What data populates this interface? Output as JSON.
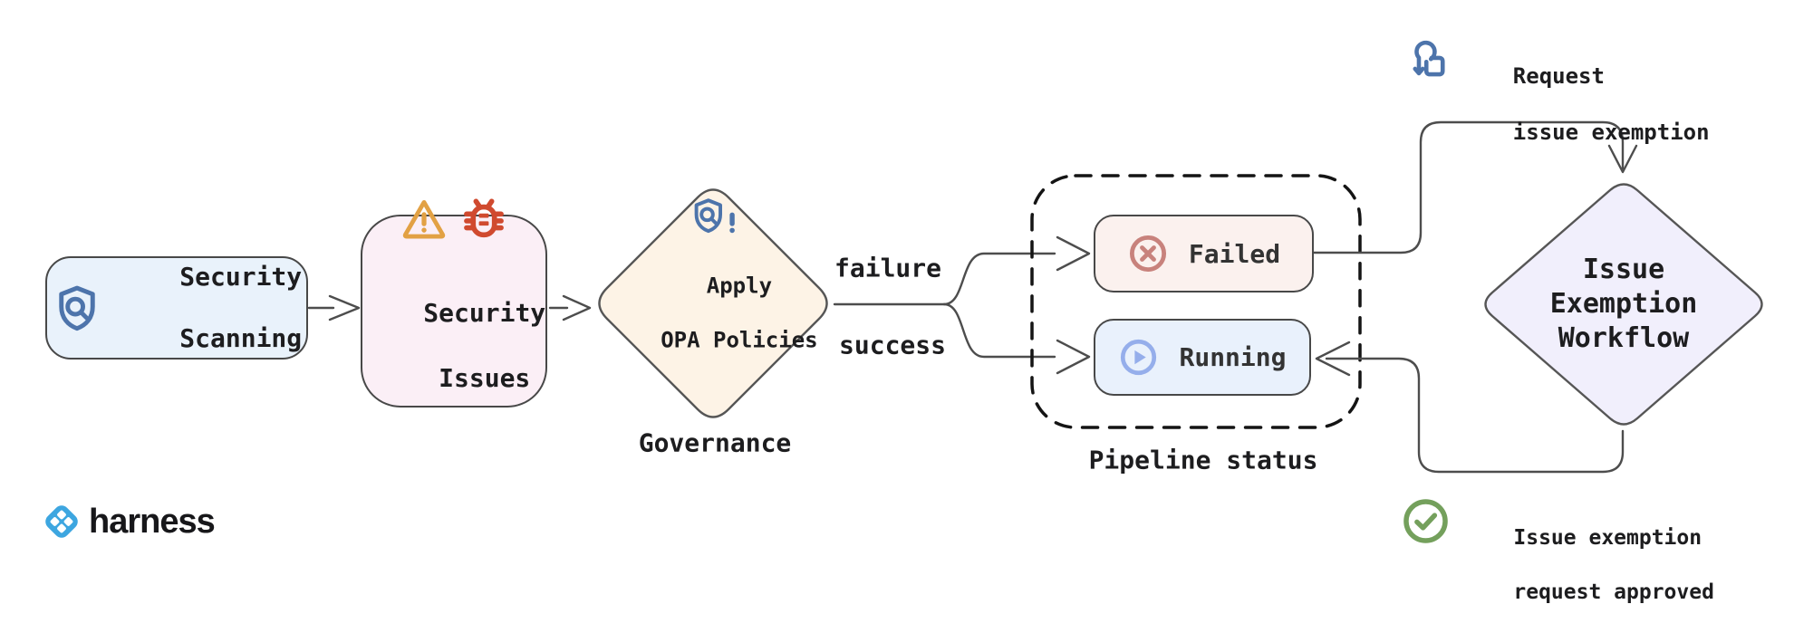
{
  "diagram": {
    "nodes": {
      "security_scanning": {
        "lines": [
          "Security",
          "Scanning"
        ],
        "fill": "#e9f2fb",
        "icon": "shield-search-icon",
        "icon_color": "#4d74ab"
      },
      "security_issues": {
        "lines": [
          "Security",
          "Issues"
        ],
        "fill": "#fbeff6",
        "icons": [
          "warning-triangle-icon",
          "bug-icon"
        ],
        "warning_color": "#e2a144",
        "bug_color": "#d04a2f"
      },
      "apply_opa_policies": {
        "lines": [
          "Apply",
          "OPA Policies"
        ],
        "caption": "Governance",
        "fill": "#fdf3e6",
        "icon": "shield-search-alert-icon",
        "icon_color": "#4d74ab"
      },
      "failed": {
        "label": "Failed",
        "fill": "#fbf1ee",
        "icon": "circle-x-icon",
        "icon_color": "#c8827c"
      },
      "running": {
        "label": "Running",
        "fill": "#e9f1fc",
        "icon": "circle-play-icon",
        "icon_color": "#95aeeb"
      },
      "issue_exemption_workflow": {
        "lines": [
          "Issue",
          "Exemption",
          "Workflow"
        ],
        "fill": "#f1effc"
      }
    },
    "group": {
      "pipeline_status_label": "Pipeline status"
    },
    "edge_labels": {
      "failure": "failure",
      "success": "success"
    },
    "annotations": {
      "request_exemption": {
        "lines": [
          "Request",
          "issue exemption"
        ],
        "icon": "tap-gesture-icon",
        "icon_color": "#4d74ab"
      },
      "approved": {
        "lines": [
          "Issue exemption",
          "request approved"
        ],
        "icon": "circle-check-icon",
        "icon_color": "#74a05c"
      }
    },
    "logo": {
      "text": "harness",
      "mark_color": "#3da6e0"
    },
    "style": {
      "connector_color": "#4d4d4d",
      "dashed_group_color": "#141414",
      "text_color": "#1d1d1f"
    }
  }
}
